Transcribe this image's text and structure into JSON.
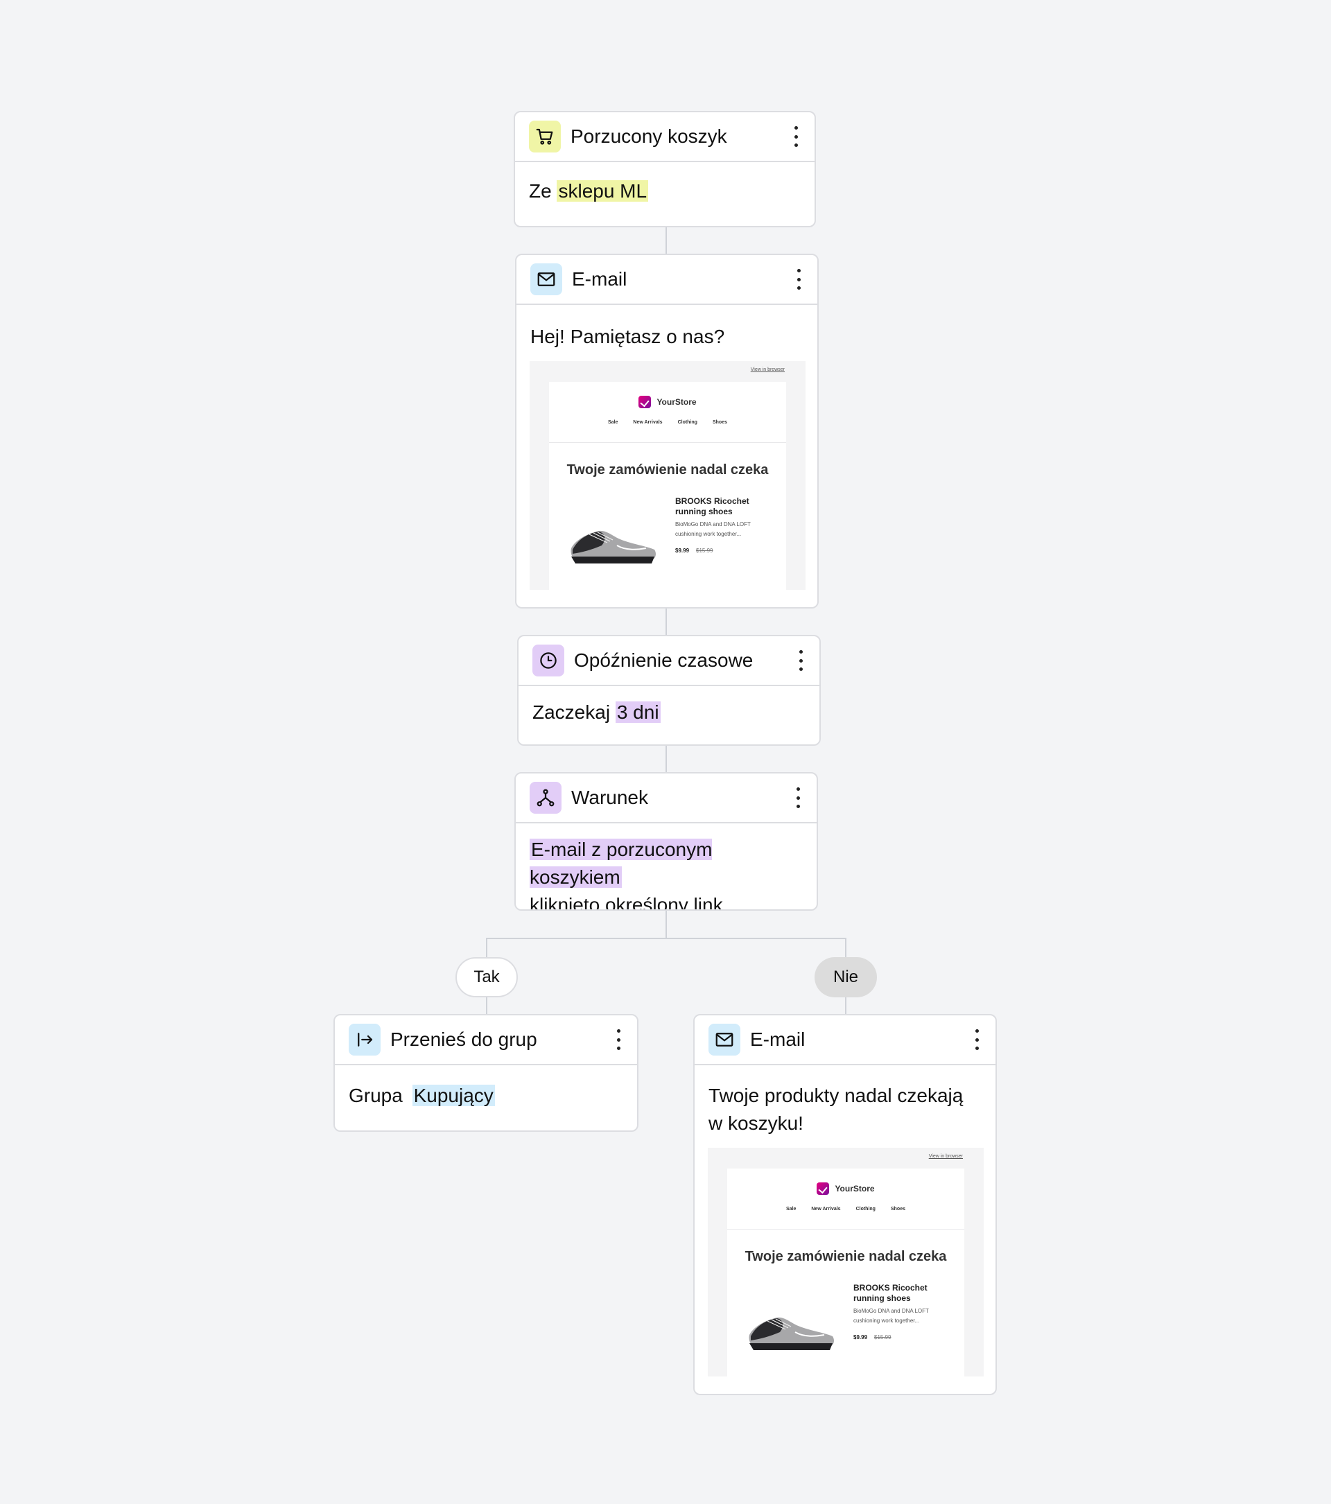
{
  "colors": {
    "background": "#f3f4f6",
    "yellow_accent": "#f0f5a6",
    "blue_accent": "#d2ecfb",
    "purple_accent": "#e2cdf7",
    "no_pill": "#dcdcdc"
  },
  "trigger": {
    "icon": "cart-icon",
    "title": "Porzucony koszyk",
    "body_prefix": "Ze",
    "body_highlight": "sklepu ML"
  },
  "email1": {
    "icon": "mail-icon",
    "title": "E-mail",
    "subject": "Hej! Pamiętasz o nas?",
    "preview": {
      "view_in_browser": "View in browser",
      "brand": "YourStore",
      "nav": [
        "Sale",
        "New Arrivals",
        "Clothing",
        "Shoes"
      ],
      "heading": "Twoje zamówienie nadal czeka",
      "product_name": "BROOKS Ricochet running shoes",
      "product_desc": "BioMoGo DNA and DNA LOFT cushioning work together...",
      "price": "$9.99",
      "old_price": "$15.99"
    }
  },
  "delay": {
    "icon": "clock-icon",
    "title": "Opóźnienie czasowe",
    "body_prefix": "Zaczekaj",
    "body_highlight": "3 dni"
  },
  "condition": {
    "icon": "branch-icon",
    "title": "Warunek",
    "body_highlight": "E-mail z porzuconym koszykiem",
    "body_suffix": "kliknięto określony link"
  },
  "branches": {
    "yes_label": "Tak",
    "no_label": "Nie"
  },
  "move": {
    "icon": "move-to-group-icon",
    "title": "Przenieś do grup",
    "body_prefix": "Grupa",
    "body_highlight": "Kupujący"
  },
  "email2": {
    "icon": "mail-icon",
    "title": "E-mail",
    "subject": "Twoje produkty nadal czekają w koszyku!",
    "preview": {
      "view_in_browser": "View in browser",
      "brand": "YourStore",
      "nav": [
        "Sale",
        "New Arrivals",
        "Clothing",
        "Shoes"
      ],
      "heading": "Twoje zamówienie nadal czeka",
      "product_name": "BROOKS Ricochet running shoes",
      "product_desc": "BioMoGo DNA and DNA LOFT cushioning work together...",
      "price": "$9.99",
      "old_price": "$15.99"
    }
  }
}
